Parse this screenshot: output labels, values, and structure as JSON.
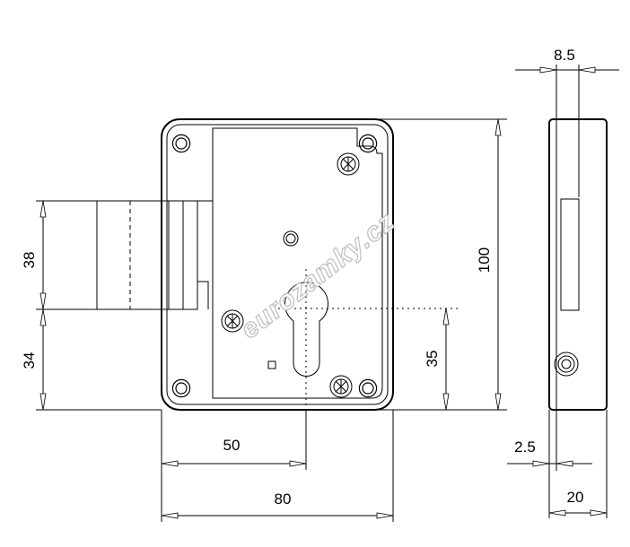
{
  "dimensions": {
    "overall_width": "80",
    "keyhole_offset": "50",
    "overall_height": "100",
    "bolt_height": "38",
    "bolt_offset": "34",
    "keyhole_height": "35",
    "side_top_thickness": "8.5",
    "side_plate": "2.5",
    "side_depth": "20"
  },
  "watermark": "eurozamky.cz"
}
